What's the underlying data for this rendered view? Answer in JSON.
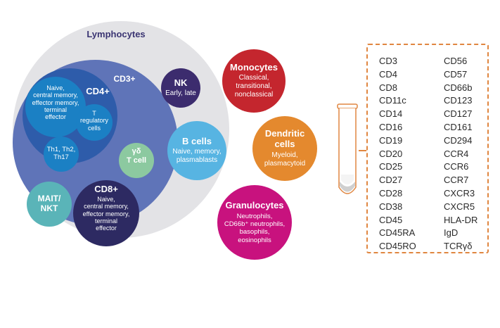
{
  "lymphocytes": {
    "title": "Lymphocytes"
  },
  "cd3": {
    "label": "CD3+"
  },
  "cd4": {
    "label": "CD4+",
    "subsets": "Naive,\ncentral memory,\neffector memory,\nterminal\neffector"
  },
  "treg": {
    "label": "T\nregulatory\ncells"
  },
  "th": {
    "label": "Th1, Th2,\nTh17"
  },
  "gd": {
    "label": "γδ\nT cell"
  },
  "mait": {
    "label": "MAIT/\nNKT"
  },
  "cd8": {
    "label": "CD8+",
    "subsets": "Naive,\ncentral memory,\neffector memory,\nterminal\neffector"
  },
  "nk": {
    "label": "NK",
    "sub": "Early, late"
  },
  "bcells": {
    "label": "B cells",
    "sub": "Naive, memory,\nplasmablasts"
  },
  "monocytes": {
    "label": "Monocytes",
    "sub": "Classical,\ntransitional,\nnonclassical"
  },
  "dendritic": {
    "label": "Dendritic\ncells",
    "sub": "Myeloid,\nplasmacytoid"
  },
  "granulocytes": {
    "label": "Granulocytes",
    "sub": "Neutrophils,\nCD66b⁺ neutrophils,\nbasophils,\neosinophils"
  },
  "markers": {
    "col1": [
      "CD3",
      "CD4",
      "CD8",
      "CD11c",
      "CD14",
      "CD16",
      "CD19",
      "CD20",
      "CD25",
      "CD27",
      "CD28",
      "CD38",
      "CD45",
      "CD45RA",
      "CD45RO"
    ],
    "col2": [
      "CD56",
      "CD57",
      "CD66b",
      "CD123",
      "CD127",
      "CD161",
      "CD294",
      "CCR4",
      "CCR6",
      "CCR7",
      "CXCR3",
      "CXCR5",
      "HLA-DR",
      "IgD",
      "TCRγδ"
    ]
  },
  "colors": {
    "lymph_bg": "#e3e3e6",
    "cd3": "#5f74b8",
    "cd4": "#2e5caa",
    "cd4_inner": "#1b80c4",
    "gd": "#8cc9a0",
    "mait": "#5ab4b8",
    "cd8": "#2d2a62",
    "nk": "#3c2c6e",
    "bcells": "#57b4e2",
    "monocytes": "#c4262e",
    "dendritic": "#e4892e",
    "granulocytes": "#c8127e",
    "marker_border": "#e08640"
  }
}
